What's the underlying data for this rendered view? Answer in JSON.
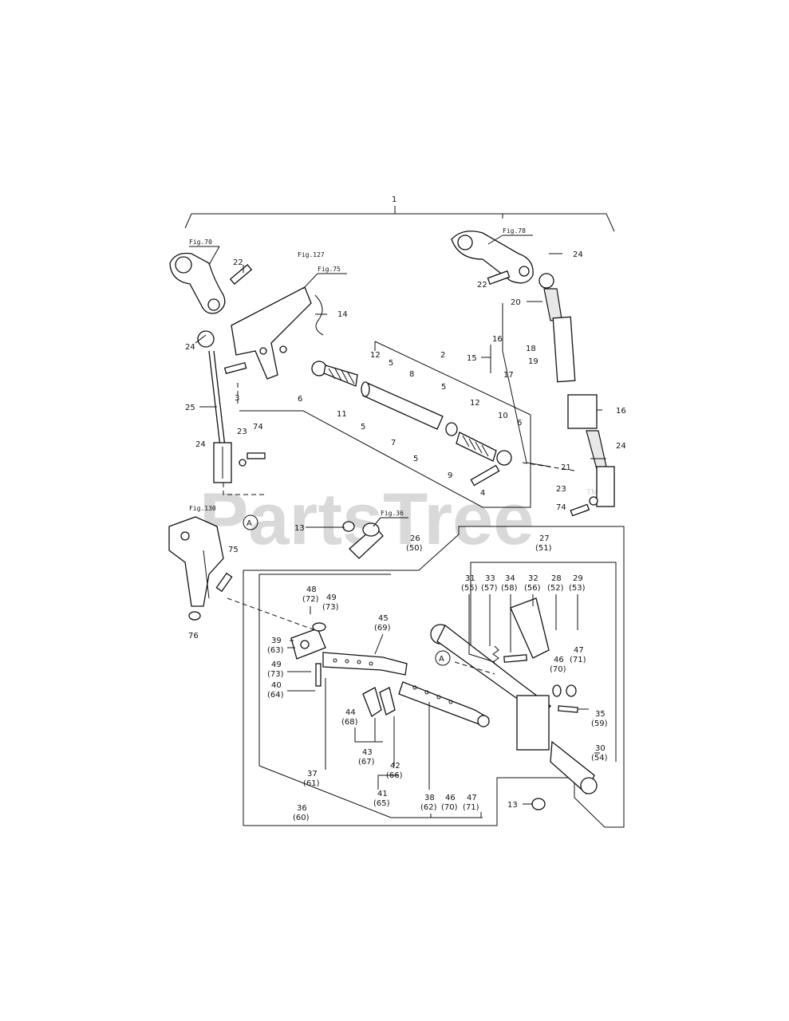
{
  "watermark": {
    "text": "PartsTree",
    "trademark": "TM"
  },
  "figure_refs": [
    {
      "id": "fig70",
      "text": "Fig.70"
    },
    {
      "id": "fig78",
      "text": "Fig.78"
    },
    {
      "id": "fig127",
      "text": "Fig.127"
    },
    {
      "id": "fig75",
      "text": "Fig.75"
    },
    {
      "id": "fig130",
      "text": "Fig.130"
    },
    {
      "id": "fig36",
      "text": "Fig.36"
    }
  ],
  "callout_circle": "A",
  "callouts": [
    {
      "id": "c1",
      "label": "1"
    },
    {
      "id": "c2",
      "label": "2"
    },
    {
      "id": "c3",
      "label": "3"
    },
    {
      "id": "c4",
      "label": "4"
    },
    {
      "id": "c5a",
      "label": "5"
    },
    {
      "id": "c5b",
      "label": "5"
    },
    {
      "id": "c5c",
      "label": "5"
    },
    {
      "id": "c5d",
      "label": "5"
    },
    {
      "id": "c6a",
      "label": "6"
    },
    {
      "id": "c6b",
      "label": "6"
    },
    {
      "id": "c7",
      "label": "7"
    },
    {
      "id": "c8",
      "label": "8"
    },
    {
      "id": "c9",
      "label": "9"
    },
    {
      "id": "c10",
      "label": "10"
    },
    {
      "id": "c11",
      "label": "11"
    },
    {
      "id": "c12a",
      "label": "12"
    },
    {
      "id": "c12b",
      "label": "12"
    },
    {
      "id": "c13a",
      "label": "13"
    },
    {
      "id": "c13b",
      "label": "13"
    },
    {
      "id": "c14",
      "label": "14"
    },
    {
      "id": "c15",
      "label": "15"
    },
    {
      "id": "c16a",
      "label": "16"
    },
    {
      "id": "c16b",
      "label": "16"
    },
    {
      "id": "c17",
      "label": "17"
    },
    {
      "id": "c18",
      "label": "18"
    },
    {
      "id": "c19",
      "label": "19"
    },
    {
      "id": "c20",
      "label": "20"
    },
    {
      "id": "c21",
      "label": "21"
    },
    {
      "id": "c22a",
      "label": "22"
    },
    {
      "id": "c22b",
      "label": "22"
    },
    {
      "id": "c23a",
      "label": "23"
    },
    {
      "id": "c23b",
      "label": "23"
    },
    {
      "id": "c24a",
      "label": "24"
    },
    {
      "id": "c24b",
      "label": "24"
    },
    {
      "id": "c24c",
      "label": "24"
    },
    {
      "id": "c24d",
      "label": "24"
    },
    {
      "id": "c25",
      "label": "25"
    },
    {
      "id": "c74a",
      "label": "74"
    },
    {
      "id": "c74b",
      "label": "74"
    },
    {
      "id": "c75",
      "label": "75"
    },
    {
      "id": "c76",
      "label": "76"
    },
    {
      "id": "c26",
      "label": "26",
      "alt": "(50)"
    },
    {
      "id": "c27",
      "label": "27",
      "alt": "(51)"
    },
    {
      "id": "c31",
      "label": "31",
      "alt": "(55)"
    },
    {
      "id": "c33",
      "label": "33",
      "alt": "(57)"
    },
    {
      "id": "c34",
      "label": "34",
      "alt": "(58)"
    },
    {
      "id": "c32",
      "label": "32",
      "alt": "(56)"
    },
    {
      "id": "c28",
      "label": "28",
      "alt": "(52)"
    },
    {
      "id": "c29",
      "label": "29",
      "alt": "(53)"
    },
    {
      "id": "c48",
      "label": "48",
      "alt": "(72)"
    },
    {
      "id": "c49a",
      "label": "49",
      "alt": "(73)"
    },
    {
      "id": "c45",
      "label": "45",
      "alt": "(69)"
    },
    {
      "id": "c39",
      "label": "39",
      "alt": "(63)"
    },
    {
      "id": "c49b",
      "label": "49",
      "alt": "(73)"
    },
    {
      "id": "c40",
      "label": "40",
      "alt": "(64)"
    },
    {
      "id": "c46a",
      "label": "46",
      "alt": "(70)"
    },
    {
      "id": "c47a",
      "label": "47",
      "alt": "(71)"
    },
    {
      "id": "c35",
      "label": "35",
      "alt": "(59)"
    },
    {
      "id": "c30",
      "label": "30",
      "alt": "(54)"
    },
    {
      "id": "c44",
      "label": "44",
      "alt": "(68)"
    },
    {
      "id": "c43",
      "label": "43",
      "alt": "(67)"
    },
    {
      "id": "c42",
      "label": "42",
      "alt": "(66)"
    },
    {
      "id": "c37",
      "label": "37",
      "alt": "(61)"
    },
    {
      "id": "c41",
      "label": "41",
      "alt": "(65)"
    },
    {
      "id": "c36",
      "label": "36",
      "alt": "(60)"
    },
    {
      "id": "c38",
      "label": "38",
      "alt": "(62)"
    },
    {
      "id": "c46b",
      "label": "46",
      "alt": "(70)"
    },
    {
      "id": "c47b",
      "label": "47",
      "alt": "(71)"
    }
  ]
}
